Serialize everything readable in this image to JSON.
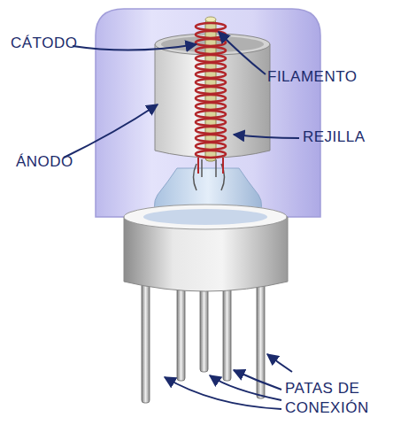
{
  "diagram": {
    "labels": [
      "CÁTODO",
      "FILAMENTO",
      "ÁNODO",
      "REJILLA",
      "PATAS DE CONEXIÓN"
    ]
  }
}
